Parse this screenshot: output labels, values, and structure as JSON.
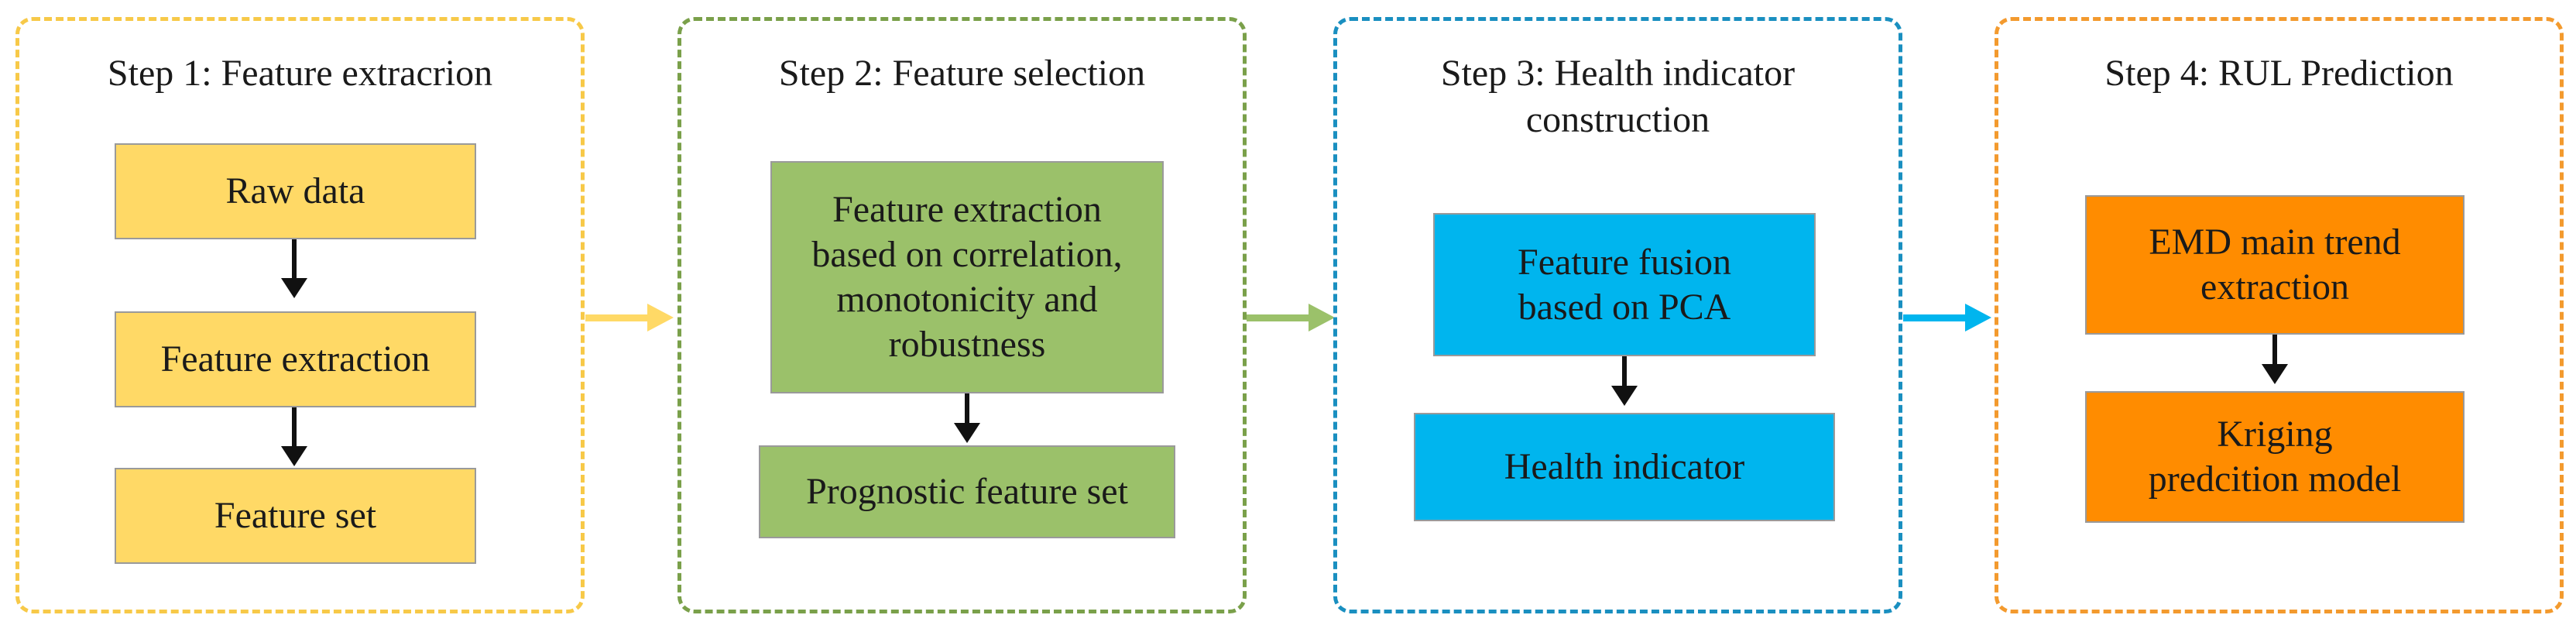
{
  "steps": [
    {
      "title": "Step 1: Feature extracrion",
      "color": "#f7c948",
      "boxes": [
        "Raw data",
        "Feature extraction",
        "Feature set"
      ]
    },
    {
      "title": "Step 2: Feature selection",
      "color": "#7aa04a",
      "boxes": [
        "Feature extraction\nbased on correlation,\nmonotonicity and\nrobustness",
        "Prognostic feature set"
      ]
    },
    {
      "title": "Step 3: Health indicator\nconstruction",
      "color": "#1a8fc0",
      "boxes": [
        "Feature fusion\nbased on PCA",
        "Health indicator"
      ]
    },
    {
      "title": "Step 4: RUL Prediction",
      "color": "#f39a2e",
      "boxes": [
        "EMD main trend\nextraction",
        "Kriging\npredcition model"
      ]
    }
  ],
  "connector_colors": [
    "#ffd966",
    "#9bc16a",
    "#00b5ee"
  ]
}
